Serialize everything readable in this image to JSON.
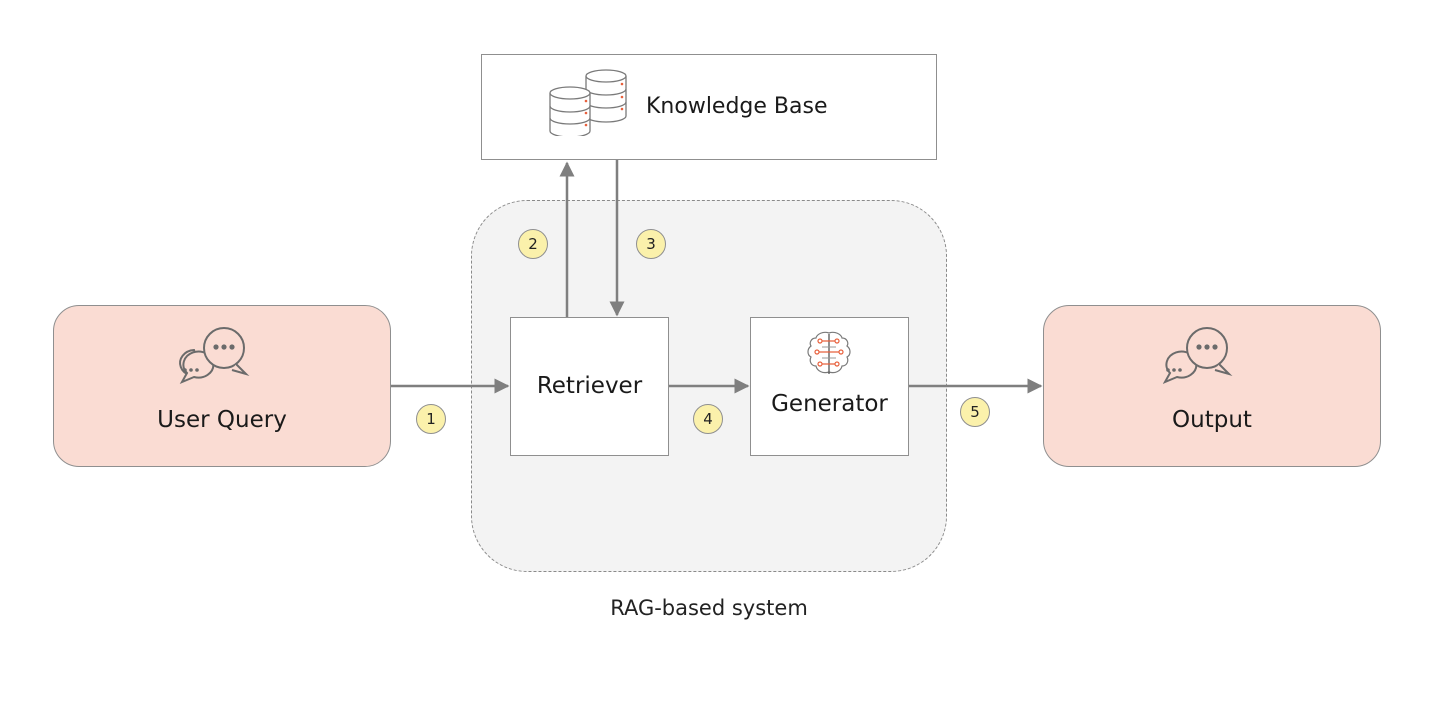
{
  "diagram": {
    "title": "RAG-based system",
    "colors": {
      "endpoint_fill": "#fadcd3",
      "badge_fill": "#fbf1ab",
      "system_fill": "#f3f3f3",
      "stroke": "#8f8f8f",
      "icon_accent": "#e8603c"
    },
    "nodes": {
      "knowledge_base": {
        "label": "Knowledge Base",
        "icon": "database-stack-icon"
      },
      "user_query": {
        "label": "User Query",
        "icon": "chat-bubbles-icon"
      },
      "retriever": {
        "label": "Retriever"
      },
      "generator": {
        "label": "Generator",
        "icon": "brain-network-icon"
      },
      "output": {
        "label": "Output",
        "icon": "chat-bubbles-icon"
      }
    },
    "edges": [
      {
        "step": "1",
        "from": "User Query",
        "to": "Retriever"
      },
      {
        "step": "2",
        "from": "Retriever",
        "to": "Knowledge Base"
      },
      {
        "step": "3",
        "from": "Knowledge Base",
        "to": "Retriever"
      },
      {
        "step": "4",
        "from": "Retriever",
        "to": "Generator"
      },
      {
        "step": "5",
        "from": "Generator",
        "to": "Output"
      }
    ]
  }
}
